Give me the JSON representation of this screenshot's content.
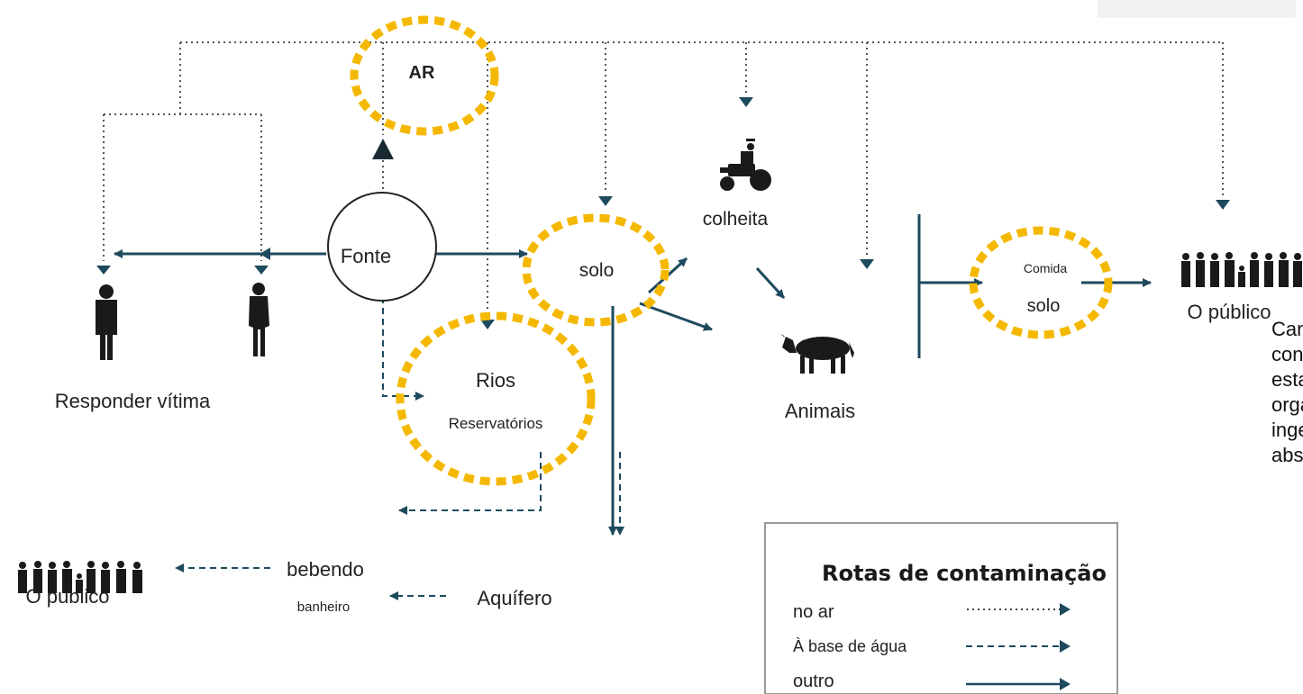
{
  "nodes": {
    "ar": "AR",
    "fonte": "Fonte",
    "solo": "solo",
    "colheita": "colheita",
    "animais": "Animais",
    "comida": "Comida",
    "comida_solo": "solo",
    "rios": "Rios",
    "reservatorios": "Reservatórios",
    "responder_vitima": "Responder vítima",
    "bebendo": "bebendo",
    "banheiro": "banheiro",
    "aquifero": "Aquífero",
    "publico_left": "O público",
    "publico_right": "O público"
  },
  "legend": {
    "title": "Rotas de contaminação",
    "items": [
      {
        "label": "no ar",
        "style": "dotted"
      },
      {
        "label": "À base de água",
        "style": "dashed"
      },
      {
        "label": "outro",
        "style": "solid"
      }
    ]
  },
  "side_text": [
    "Can",
    "cont",
    "esta",
    "orga",
    "inge",
    "abso"
  ],
  "colors": {
    "arrow": "#1e4a5e",
    "highlight": "#f5b800",
    "figure": "#1a1a1a",
    "line": "#444444"
  },
  "icons": [
    "tractor-icon",
    "cow-icon",
    "person-icon",
    "crowd-icon"
  ]
}
